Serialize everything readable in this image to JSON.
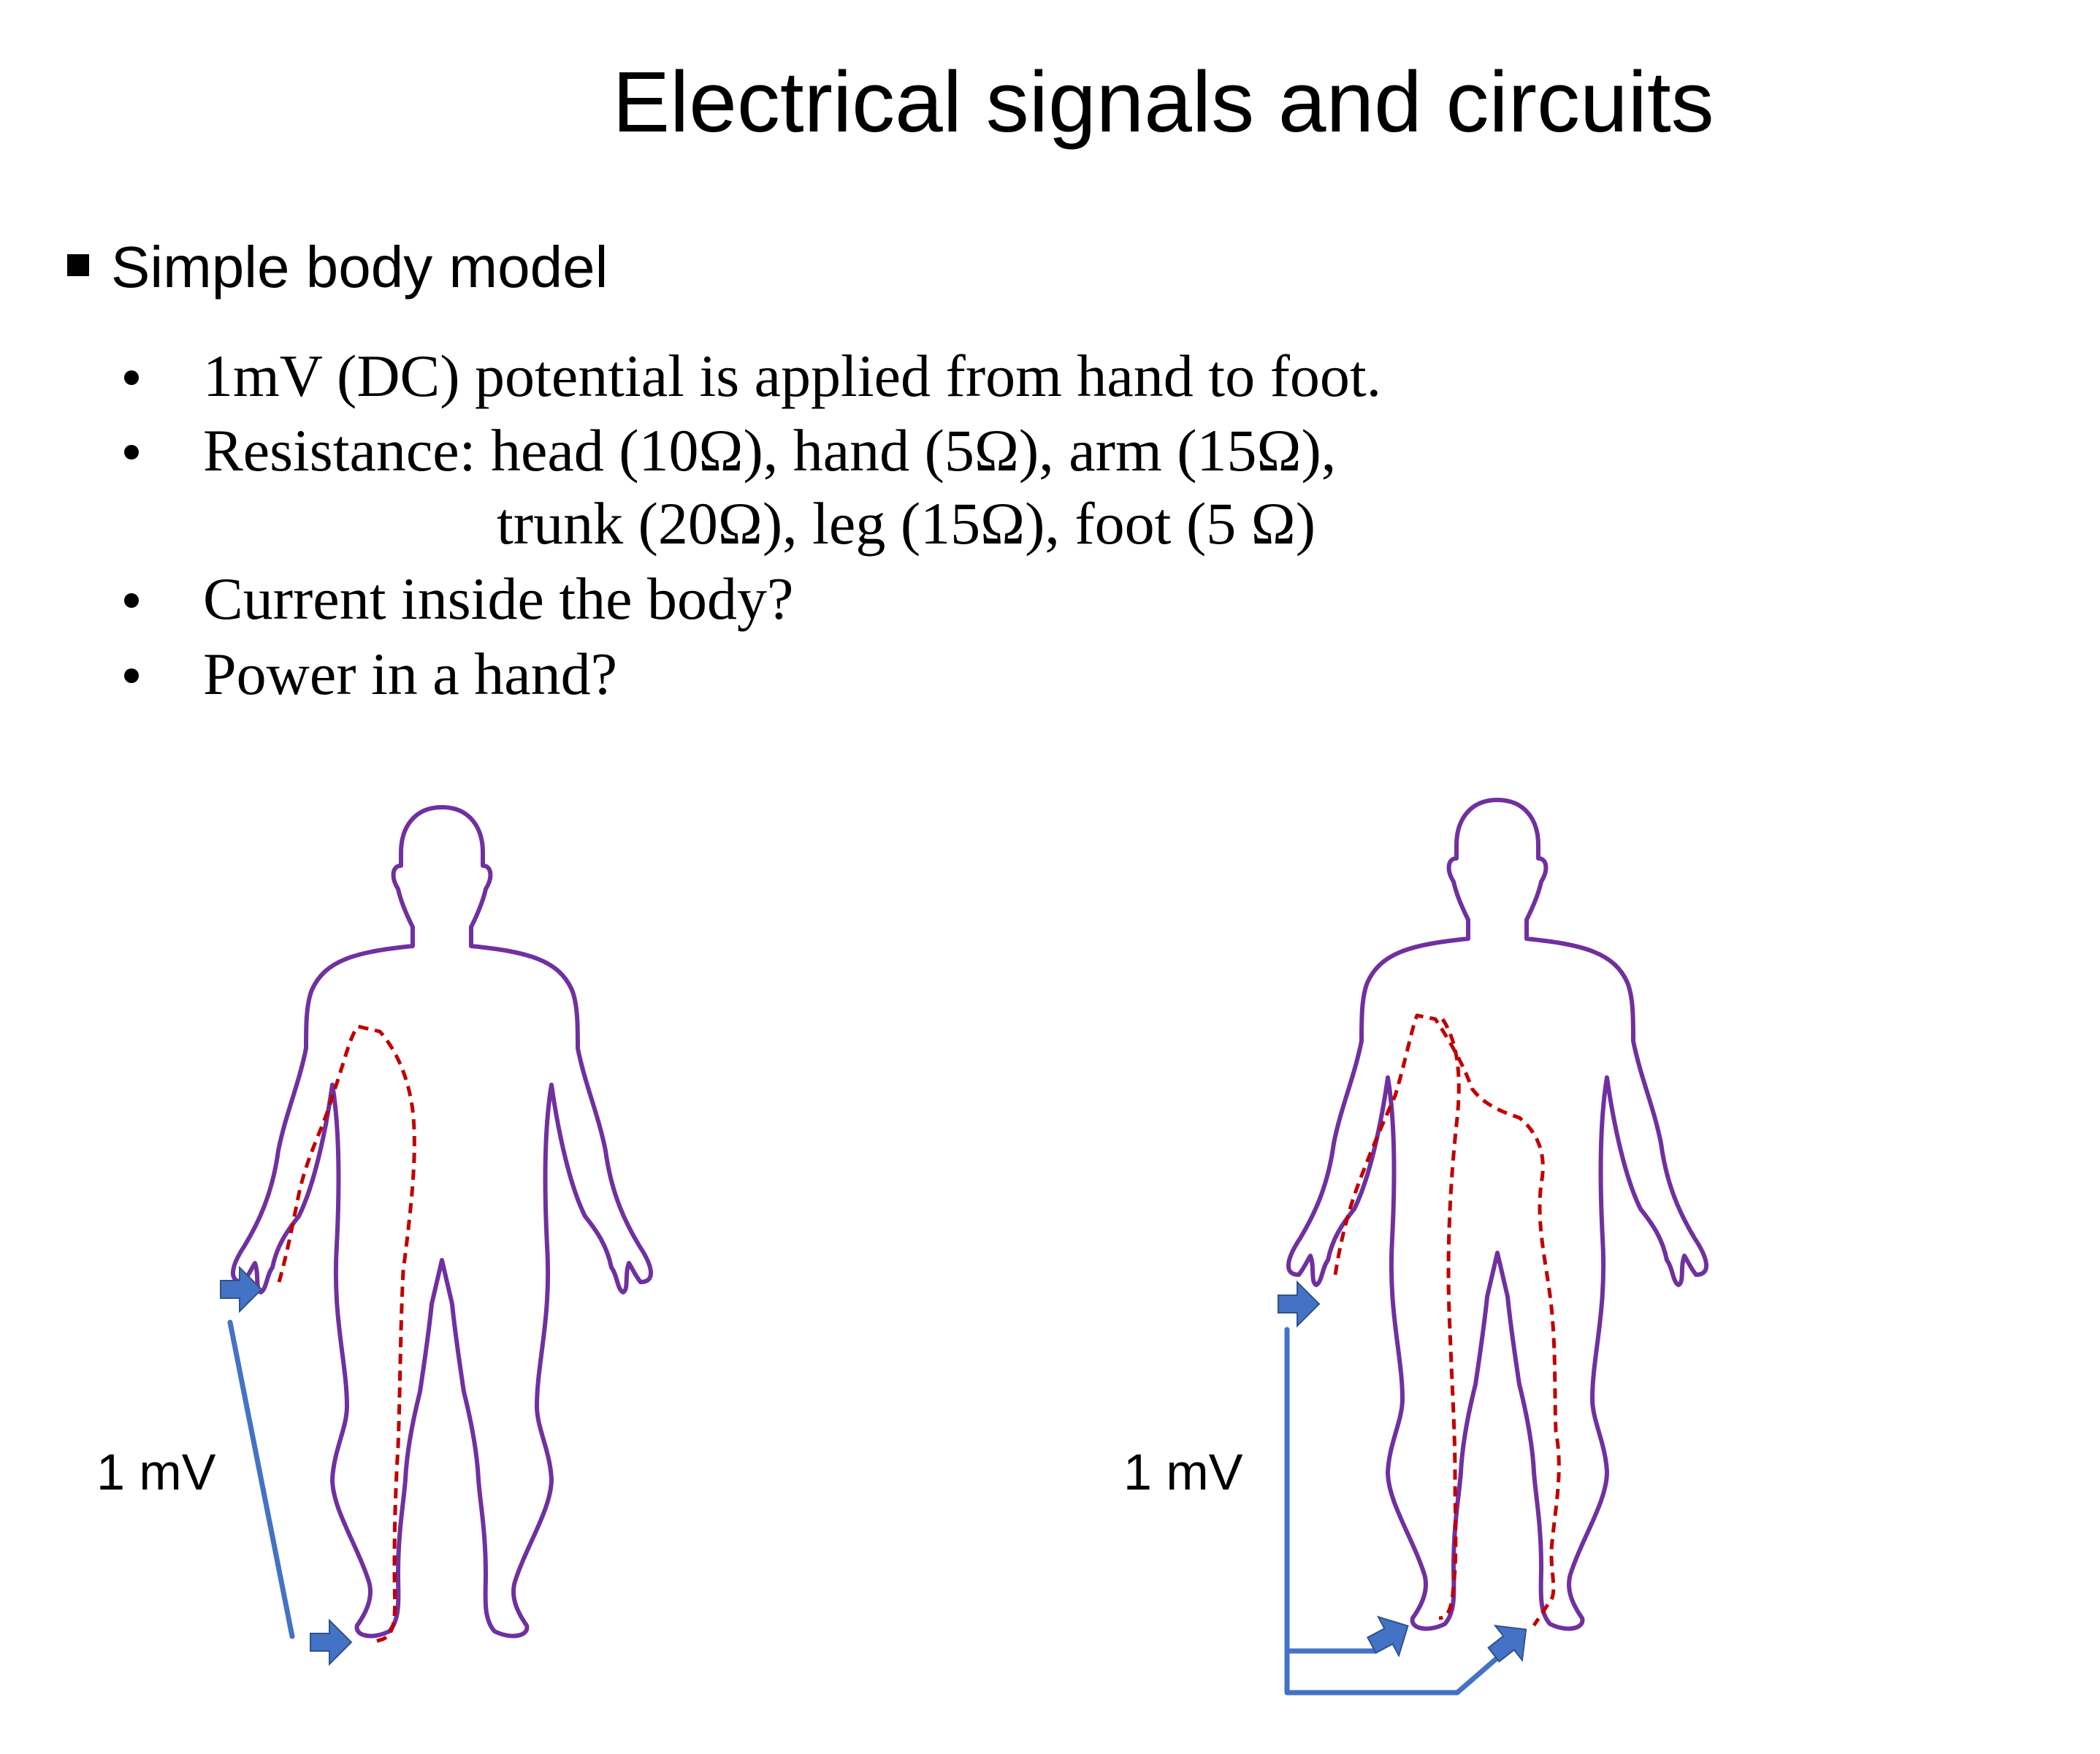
{
  "slide": {
    "title": "Electrical signals and circuits",
    "heading": "Simple body model",
    "bullets": [
      "1mV (DC) potential is applied from hand to foot.",
      "Resistance: head (10Ω), hand (5Ω), arm (15Ω),",
      "Current inside the body?",
      "Power in a hand?"
    ],
    "resistance_continuation": "trunk (20Ω), leg (15Ω), foot (5 Ω)"
  },
  "figures": {
    "left": {
      "voltage_label": "1 mV"
    },
    "right": {
      "voltage_label": "1 mV"
    }
  },
  "colors": {
    "body_outline": "#7030a0",
    "current_path": "#c00000",
    "wire": "#4472c4"
  },
  "icons": {
    "electrode": "block-arrow-right"
  }
}
